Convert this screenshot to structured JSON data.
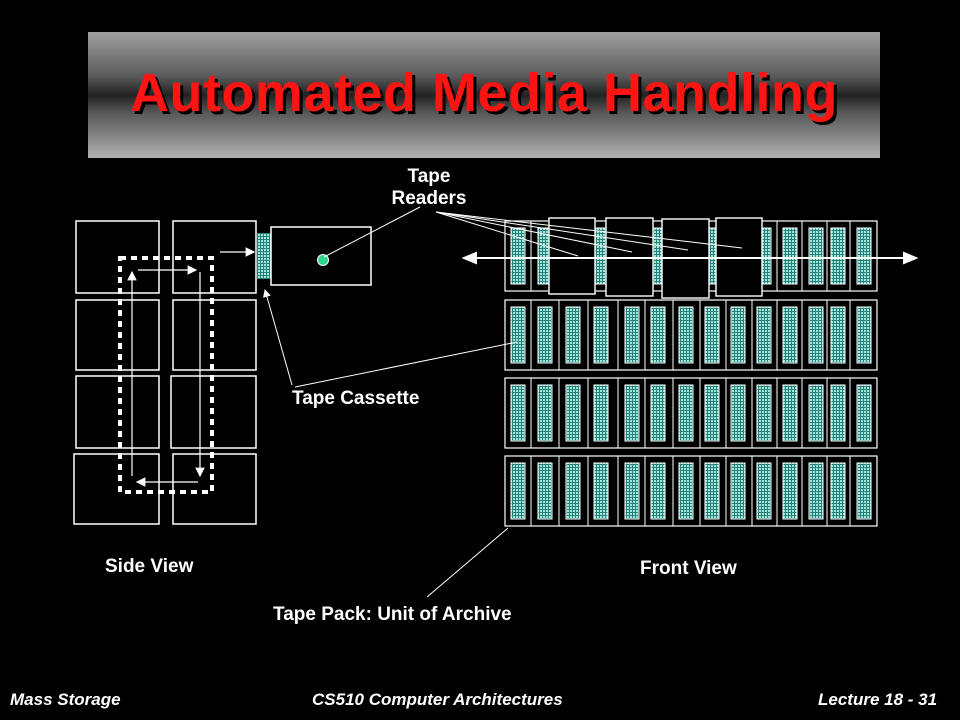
{
  "title": "Automated Media Handling",
  "labels": {
    "tape_readers_line1": "Tape",
    "tape_readers_line2": "Readers",
    "tape_cassette": "Tape Cassette",
    "side_view": "Side View",
    "front_view": "Front View",
    "tape_pack": "Tape Pack: Unit of Archive"
  },
  "footer": {
    "left": "Mass Storage",
    "center": "CS510 Computer Architectures",
    "right": "Lecture 18 - 31"
  },
  "colors": {
    "title": "#ff1414",
    "cassette_fill": "#7fd6c8",
    "reader_dot": "#2ed58a",
    "line": "#ffffff"
  }
}
